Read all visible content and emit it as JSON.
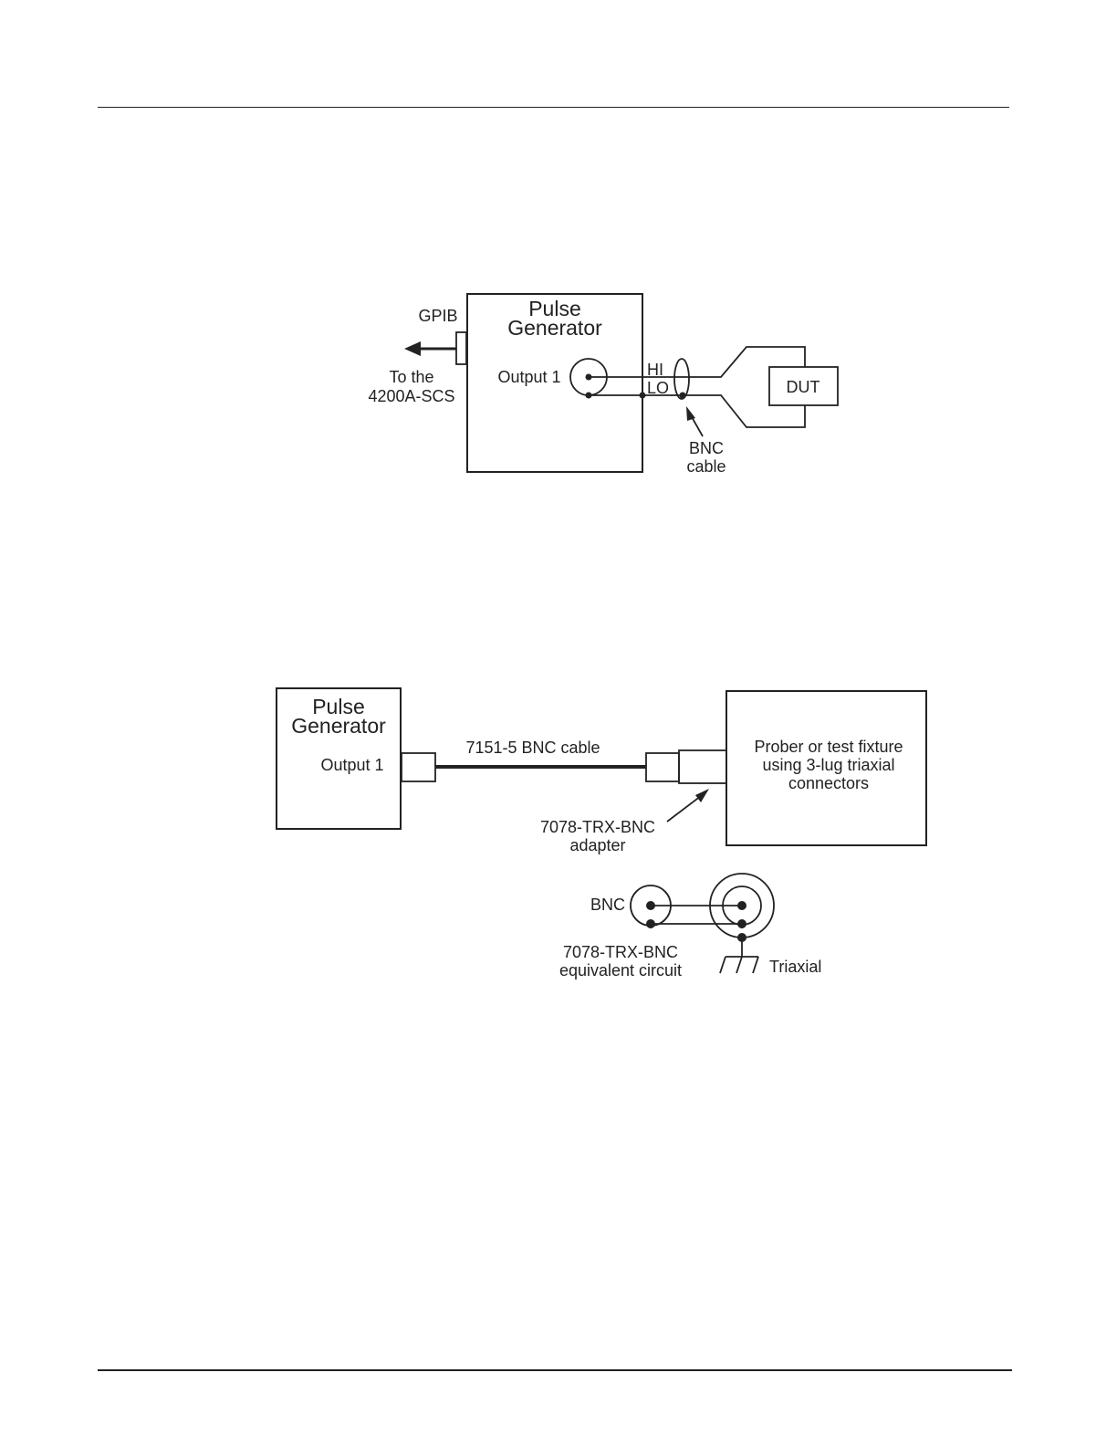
{
  "figure1": {
    "box_title_line1": "Pulse",
    "box_title_line2": "Generator",
    "gpib_label": "GPIB",
    "dest_line1": "To the",
    "dest_line2": "4200A-SCS",
    "output_label": "Output 1",
    "hi_label": "HI",
    "lo_label": "LO",
    "dut_label": "DUT",
    "cable_line1": "BNC",
    "cable_line2": "cable"
  },
  "figure2": {
    "box_title_line1": "Pulse",
    "box_title_line2": "Generator",
    "output_label": "Output 1",
    "cable_label": "7151-5 BNC cable",
    "fixture_line1": "Prober or test fixture",
    "fixture_line2": "using 3-lug triaxial",
    "fixture_line3": "connectors",
    "adapter_line1": "7078-TRX-BNC",
    "adapter_line2": "adapter"
  },
  "figure3": {
    "bnc_label": "BNC",
    "circuit_line1": "7078-TRX-BNC",
    "circuit_line2": "equivalent circuit",
    "triaxial_label": "Triaxial"
  }
}
